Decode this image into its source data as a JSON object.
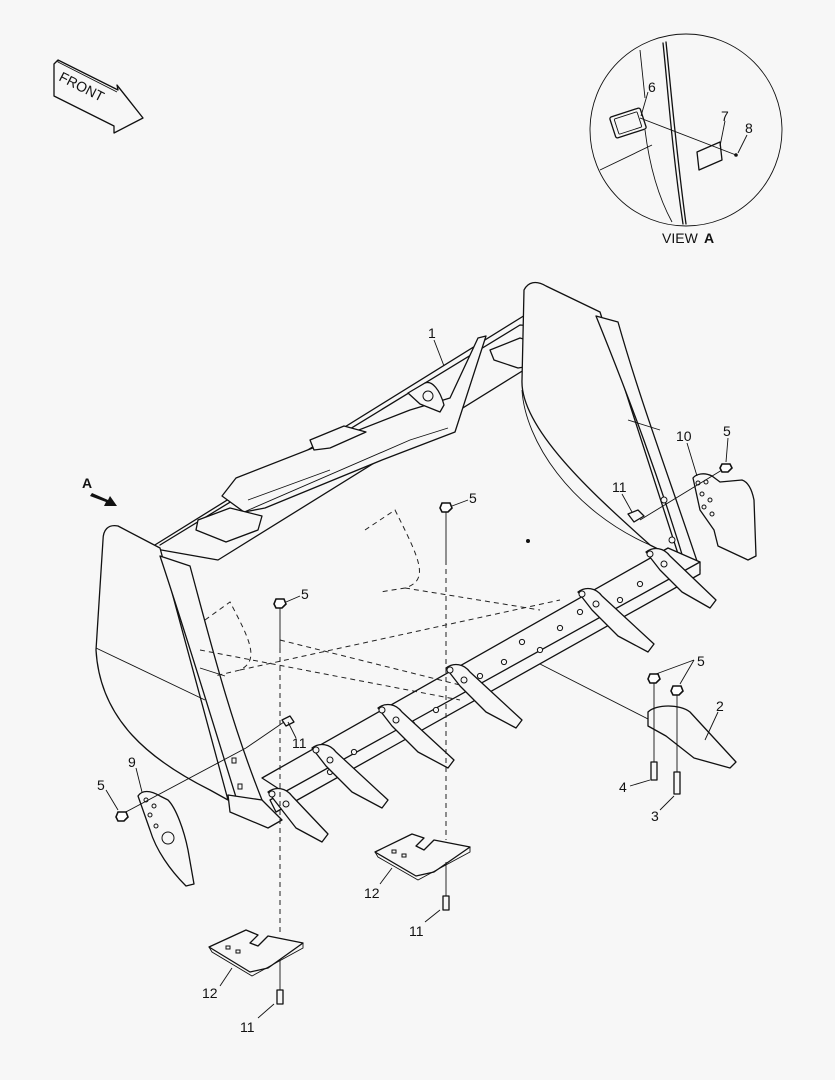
{
  "diagram": {
    "type": "exploded parts view",
    "subject": "loader bucket assembly",
    "front_indicator": {
      "label": "FRONT"
    },
    "view_marker": {
      "label": "A"
    },
    "detail_view": {
      "label_prefix": "VIEW",
      "label_letter": "A",
      "callouts": [
        "6",
        "7",
        "8"
      ]
    },
    "callouts": [
      {
        "id": "c1",
        "number": "1"
      },
      {
        "id": "c2",
        "number": "2"
      },
      {
        "id": "c3",
        "number": "3"
      },
      {
        "id": "c4",
        "number": "4"
      },
      {
        "id": "c5a",
        "number": "5"
      },
      {
        "id": "c5b",
        "number": "5"
      },
      {
        "id": "c5c",
        "number": "5"
      },
      {
        "id": "c5d",
        "number": "5"
      },
      {
        "id": "c5e",
        "number": "5"
      },
      {
        "id": "c6",
        "number": "6"
      },
      {
        "id": "c7",
        "number": "7"
      },
      {
        "id": "c8",
        "number": "8"
      },
      {
        "id": "c9",
        "number": "9"
      },
      {
        "id": "c10",
        "number": "10"
      },
      {
        "id": "c11a",
        "number": "11"
      },
      {
        "id": "c11b",
        "number": "11"
      },
      {
        "id": "c11c",
        "number": "11"
      },
      {
        "id": "c11d",
        "number": "11"
      },
      {
        "id": "c12a",
        "number": "12"
      },
      {
        "id": "c12b",
        "number": "12"
      }
    ],
    "colors": {
      "background": "#f7f7f7",
      "line": "#111111"
    }
  }
}
